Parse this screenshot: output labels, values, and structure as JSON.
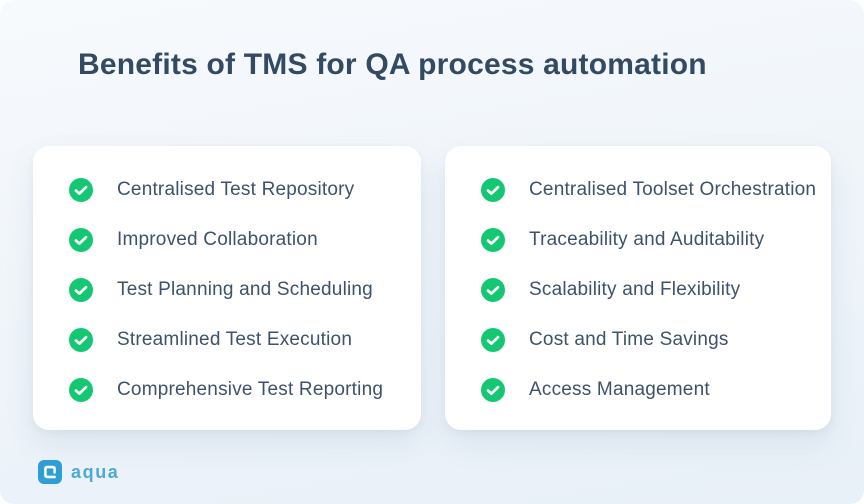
{
  "page": {
    "title": "Benefits of TMS for QA process automation"
  },
  "colors": {
    "background_top": "#f7fafd",
    "background_bottom": "#e8f0f8",
    "title_text": "#334a63",
    "item_text": "#3e5269",
    "card_background": "#ffffff",
    "check_green": "#14c873",
    "logo_blue": "#2f9ed5",
    "logo_text_blue": "#4fa9d7"
  },
  "icons": {
    "list_bullet": "check-circle-icon",
    "brand": "aqua-logo-icon"
  },
  "cards": [
    {
      "name": "left",
      "items": [
        "Centralised Test Repository",
        "Improved Collaboration",
        "Test Planning and Scheduling",
        "Streamlined Test Execution",
        "Comprehensive Test Reporting"
      ]
    },
    {
      "name": "right",
      "items": [
        "Centralised Toolset Orchestration",
        "Traceability and Auditability",
        "Scalability and Flexibility",
        "Cost and Time Savings",
        "Access Management"
      ]
    }
  ],
  "footer": {
    "logo_text": "aqua"
  }
}
